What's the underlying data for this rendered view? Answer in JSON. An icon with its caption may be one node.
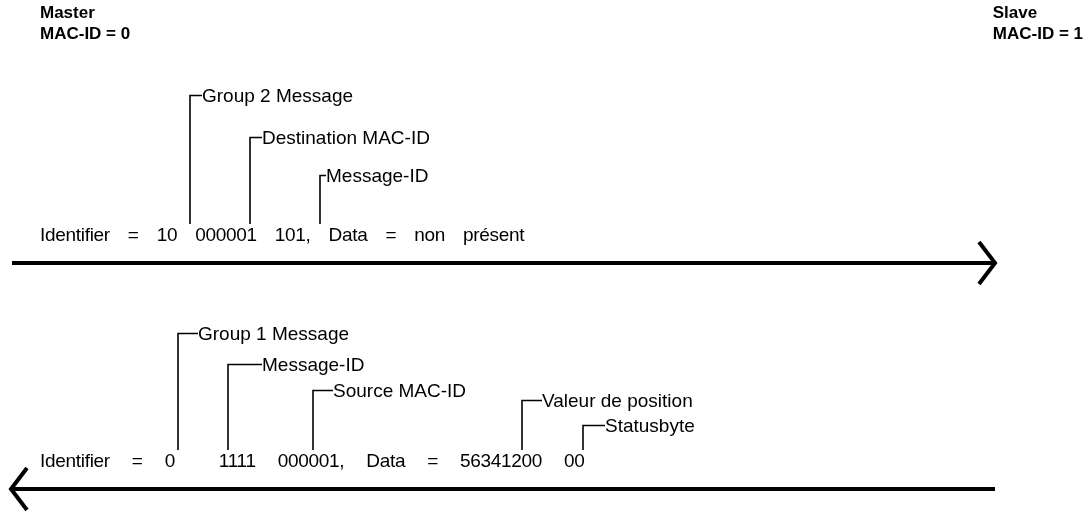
{
  "diagram": {
    "nodes": [
      {
        "text": [
          "Master",
          "MAC-ID = 0"
        ]
      },
      {
        "text": [
          "Slave",
          "MAC-ID = 1"
        ]
      },
      {
        "text": [
          "Group 2 Message"
        ]
      },
      {
        "text": [
          "Destination MAC-ID"
        ]
      },
      {
        "text": [
          "Message-ID"
        ]
      },
      {
        "text": [
          "Identifier = 10 000001 101, Data = non présent"
        ]
      },
      {
        "text": [
          "Group 1 Message"
        ]
      },
      {
        "text": [
          "Message-ID"
        ]
      },
      {
        "text": [
          "Source MAC-ID"
        ]
      },
      {
        "text": [
          "Valeur de position"
        ]
      },
      {
        "text": [
          "Statusbyte"
        ]
      },
      {
        "text": [
          "Identifier = 0  1111 000001, Data = 56341200 00"
        ]
      }
    ],
    "edges": [
      {
        "from": 2,
        "to": 5,
        "arrow": "none"
      },
      {
        "from": 3,
        "to": 5,
        "arrow": "none"
      },
      {
        "from": 4,
        "to": 5,
        "arrow": "none"
      },
      {
        "from": 6,
        "to": 11,
        "arrow": "none"
      },
      {
        "from": 7,
        "to": 11,
        "arrow": "none"
      },
      {
        "from": 8,
        "to": 11,
        "arrow": "none"
      },
      {
        "from": 9,
        "to": 11,
        "arrow": "none"
      },
      {
        "from": 10,
        "to": 11,
        "arrow": "none"
      }
    ]
  }
}
